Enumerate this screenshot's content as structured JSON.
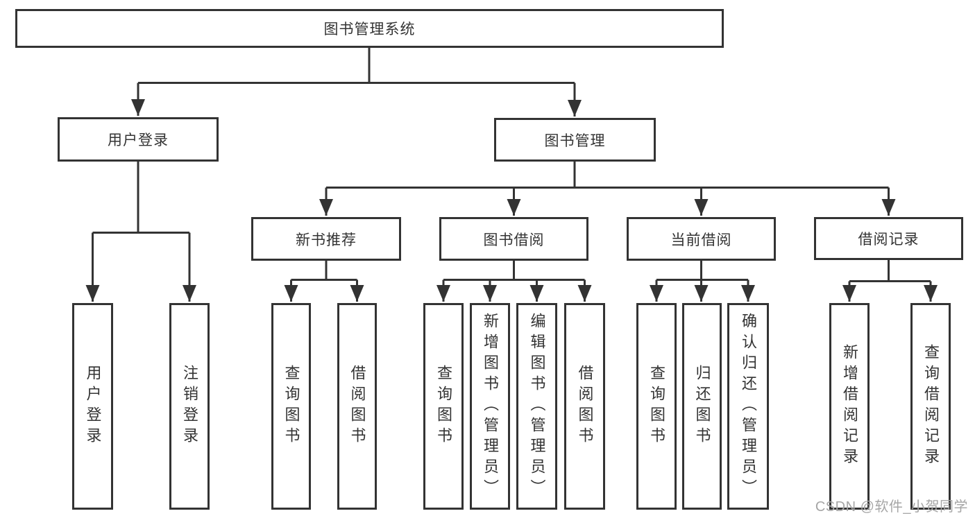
{
  "tree": {
    "label": "图书管理系统",
    "children": [
      {
        "label": "用户登录",
        "children": [
          {
            "label": "用户登录"
          },
          {
            "label": "注销登录"
          }
        ]
      },
      {
        "label": "图书管理",
        "children": [
          {
            "label": "新书推荐",
            "children": [
              {
                "label": "查询图书"
              },
              {
                "label": "借阅图书"
              }
            ]
          },
          {
            "label": "图书借阅",
            "children": [
              {
                "label": "查询图书"
              },
              {
                "label": "新增图书（管理员）"
              },
              {
                "label": "编辑图书（管理员）"
              },
              {
                "label": "借阅图书"
              }
            ]
          },
          {
            "label": "当前借阅",
            "children": [
              {
                "label": "查询图书"
              },
              {
                "label": "归还图书"
              },
              {
                "label": "确认归还（管理员）"
              }
            ]
          },
          {
            "label": "借阅记录",
            "children": [
              {
                "label": "新增借阅记录"
              },
              {
                "label": "查询借阅记录"
              }
            ]
          }
        ]
      }
    ]
  },
  "watermark": {
    "text": "CSDN @软件_小贺同学"
  },
  "colors": {
    "line": "#333333",
    "box_fill": "#ffffff",
    "text": "#333333",
    "watermark": "#a6a6a6"
  }
}
